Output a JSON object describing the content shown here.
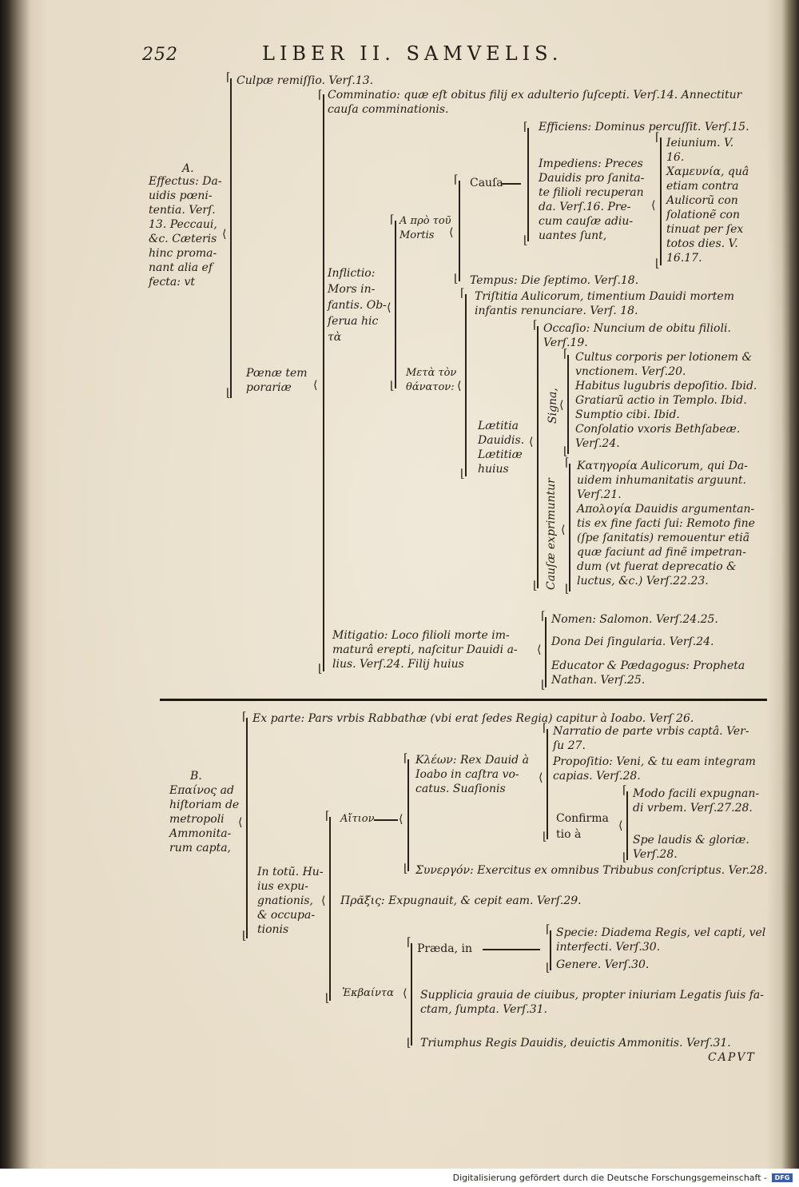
{
  "page": {
    "number": "252",
    "running_head": "LIBER II. SAMVELIS.",
    "catchword": "CAPVT"
  },
  "section_a": {
    "label": "A.",
    "root_lines": [
      "Effectus: Da-",
      "uidis pœni-",
      "tentia. Verſ.",
      "13. Peccaui,",
      "&c. Cæteris",
      "hinc proma-",
      "nant alia ef",
      "fecta: vt"
    ],
    "culpae": "Culpæ remiſſio. Verſ.13.",
    "poenae": [
      "Pœnæ tem",
      "porariæ"
    ],
    "comminatio": [
      "Comminatio: quæ eſt obitus filij ex adulterio ſuſcepti. Verſ.14. Annectitur",
      "cauſa comminationis."
    ],
    "inflictio": [
      "Inflictio:",
      "Mors in-",
      "fantis. Ob-",
      "ſerua hic",
      "τὰ"
    ],
    "pre_mortem": [
      "Α πρὸ τοῦ",
      "Mortis"
    ],
    "causa": "Cauſa",
    "efficiens": "Efficiens: Dominus percuſſit. Verſ.15.",
    "impediens": [
      "Impediens: Preces",
      "Dauidis pro ſanita-",
      "te filioli recuperan",
      "da. Verſ.16. Pre-",
      "cum cauſæ adiu-",
      "uantes ſunt,"
    ],
    "ieiunium": [
      "Ieiunium. V.",
      "16.",
      "Χαμευνία, quâ",
      "etiam contra",
      "Aulicorũ con",
      "ſolationẽ con",
      "tinuat per ſex",
      "totos dies. V.",
      "16.17."
    ],
    "tempus": "Tempus: Die ſeptimo. Verſ.18.",
    "post_mortem": [
      "Μετὰ τὸν",
      "θάνατον:"
    ],
    "tristitia": [
      "Triſtitia Aulicorum, timentium Dauidi mortem",
      "infantis renunciare. Verſ. 18."
    ],
    "laetitia": [
      "Lætitia",
      "Dauidis.",
      "Lætitiæ",
      "huius"
    ],
    "occasio": [
      "Occaſio: Nuncium de obitu filioli.",
      "Verſ.19."
    ],
    "signa_label": "Signa,",
    "signa": [
      "Cultus corporis per lotionem &",
      "vnctionem. Verſ.20.",
      "Habitus lugubris depoſitio. Ibid.",
      "Gratiarũ actio in Templo. Ibid.",
      "Sumptio cibi. Ibid.",
      "Conſolatio vxoris Bethſabeæ.",
      "Verſ.24."
    ],
    "causae_label": "Cauſæ exprimuntur",
    "causae": [
      "Κατηγορία Aulicorum, qui Da-",
      "uidem inhumanitatis arguunt.",
      "Verſ.21.",
      "Απολογία Dauidis argumentan-",
      "tis ex fine facti ſui: Remoto fine",
      "(ſpe ſanitatis) remouentur etiã",
      "quæ faciunt ad finẽ impetran-",
      "dum (vt fuerat deprecatio &",
      "luctus, &c.) Verſ.22.23."
    ],
    "mitigatio": [
      "Mitigatio: Loco filioli morte im-",
      "maturâ erepti, naſcitur Dauidi a-",
      "lius. Verſ.24. Filij huius"
    ],
    "filii": [
      "Nomen: Salomon. Verſ.24.25.",
      "Dona Dei ſingularia. Verſ.24.",
      "Educator & Pædagogus: Propheta",
      "Nathan. Verſ.25."
    ]
  },
  "section_b": {
    "label": "B.",
    "root_lines": [
      "Επαίνος ad",
      "hiſtoriam de",
      "metropoli",
      "Ammonita-",
      "rum capta,"
    ],
    "ex_parte": "Ex parte: Pars vrbis Rabbathæ (vbi erat ſedes Regia) capitur à Ioabo. Verſ 26.",
    "in_toto": [
      "In totũ. Hu-",
      "ius expu-",
      "gnationis,",
      "& occupa-",
      "tionis"
    ],
    "aition": "Αἴτιον",
    "kleon": [
      "Κλέων: Rex Dauid à",
      "Ioabo in caſtra vo-",
      "catus. Suaſionis"
    ],
    "narratio": [
      "Narratio de parte vrbis captâ. Ver-",
      "ſu 27."
    ],
    "propositio": [
      "Propoſitio: Veni, & tu eam integram",
      "capias. Verſ.28."
    ],
    "confirmatio": [
      "Confirma",
      "tio à"
    ],
    "modo": [
      "Modo facili expugnan-",
      "di vrbem. Verſ.27.28."
    ],
    "spe": [
      "Spe laudis & gloriæ.",
      "Verſ.28."
    ],
    "synergon": "Συνεργόν: Exercitus ex omnibus Tribubus conſcriptus. Ver.28.",
    "praxis": "Πρᾶξις: Expugnauit, & cepit eam. Verſ.29.",
    "ekbainta": "Ἐκβαίντα",
    "praeda": "Præda, in",
    "specie": [
      "Specie: Diadema Regis, vel capti, vel",
      "interfecti. Verſ.30."
    ],
    "genere": "Genere. Verſ.30.",
    "supplicia": [
      "Supplicia grauia de ciuibus, propter iniuriam Legatis ſuis fa-",
      "ctam, ſumpta. Verſ.31."
    ],
    "triumphus": "Triumphus Regis Dauidis, deuictis Ammonitis. Verſ.31."
  },
  "footer": {
    "text": "Digitalisierung gefördert durch die Deutsche Forschungsgemeinschaft -",
    "logo": "DFG"
  }
}
